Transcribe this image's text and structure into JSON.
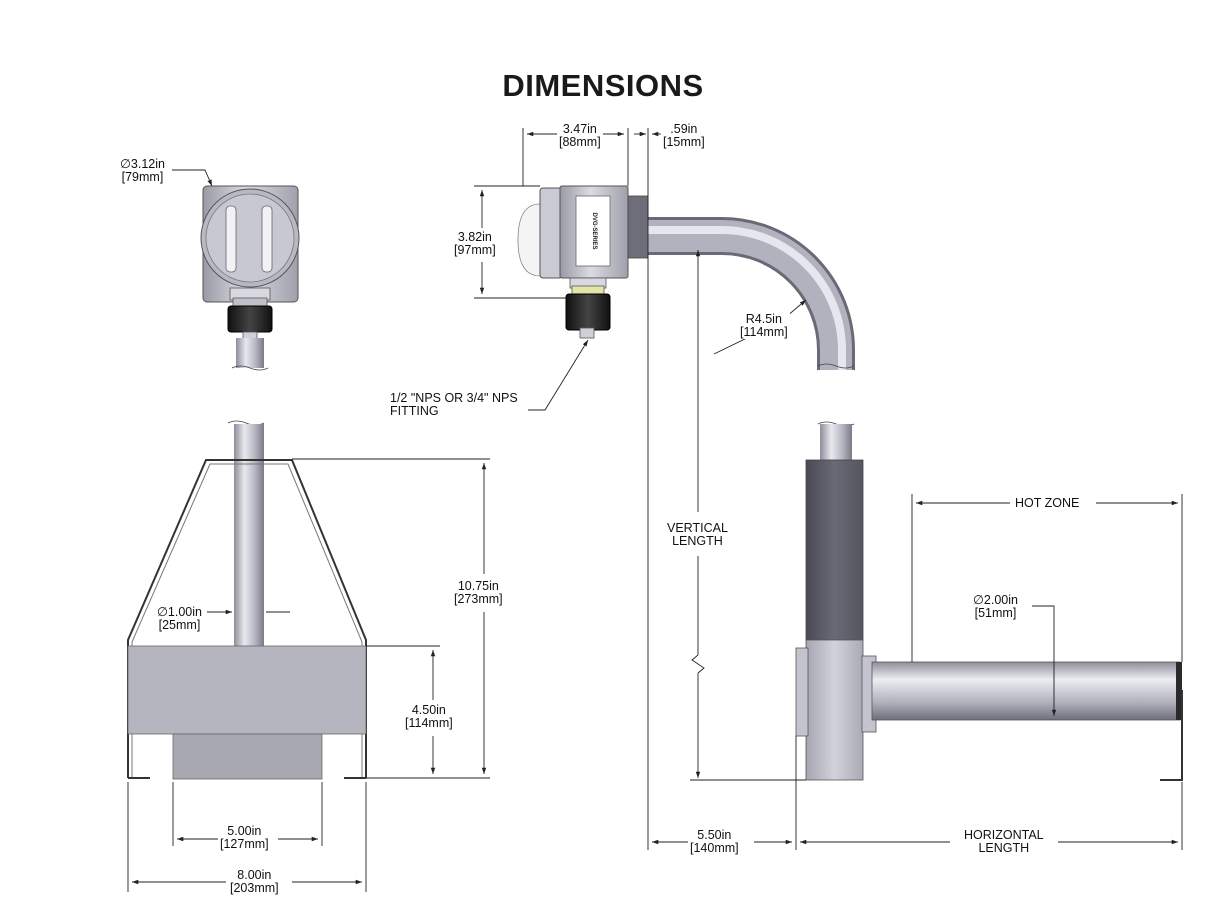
{
  "title": "DIMENSIONS",
  "housing_label": "DVG-SERIES",
  "dimensions": {
    "top_view_diameter": {
      "value": "∅3.12in",
      "metric": "[79mm]"
    },
    "housing_width": {
      "value": "3.47in",
      "metric": "[88mm]"
    },
    "flange_offset": {
      "value": ".59in",
      "metric": "[15mm]"
    },
    "housing_height": {
      "value": "3.82in",
      "metric": "[97mm]"
    },
    "bend_radius": {
      "value": "R4.5in",
      "metric": "[114mm]"
    },
    "fitting_note": {
      "line1": "1/2 \"NPS OR 3/4\" NPS",
      "line2": "FITTING"
    },
    "vertical_length": {
      "line1": "VERTICAL",
      "line2": "LENGTH"
    },
    "hot_zone": "HOT ZONE",
    "element_diameter": {
      "value": "∅2.00in",
      "metric": "[51mm]"
    },
    "pipe_diameter": {
      "value": "∅1.00in",
      "metric": "[25mm]"
    },
    "guard_height": {
      "value": "10.75in",
      "metric": "[273mm]"
    },
    "block_height": {
      "value": "4.50in",
      "metric": "[114mm]"
    },
    "block_width": {
      "value": "5.00in",
      "metric": "[127mm]"
    },
    "guard_width": {
      "value": "8.00in",
      "metric": "[203mm]"
    },
    "guard_offset": {
      "value": "5.50in",
      "metric": "[140mm]"
    },
    "horizontal_length": {
      "line1": "HORIZONTAL",
      "line2": "LENGTH"
    }
  },
  "colors": {
    "metal_light": "#e6e6ee",
    "metal_mid": "#b4b4c0",
    "metal_dark": "#6e6e7a",
    "block": "#b3b3bd",
    "fitting": "#1e1e1e",
    "line": "#222222"
  }
}
